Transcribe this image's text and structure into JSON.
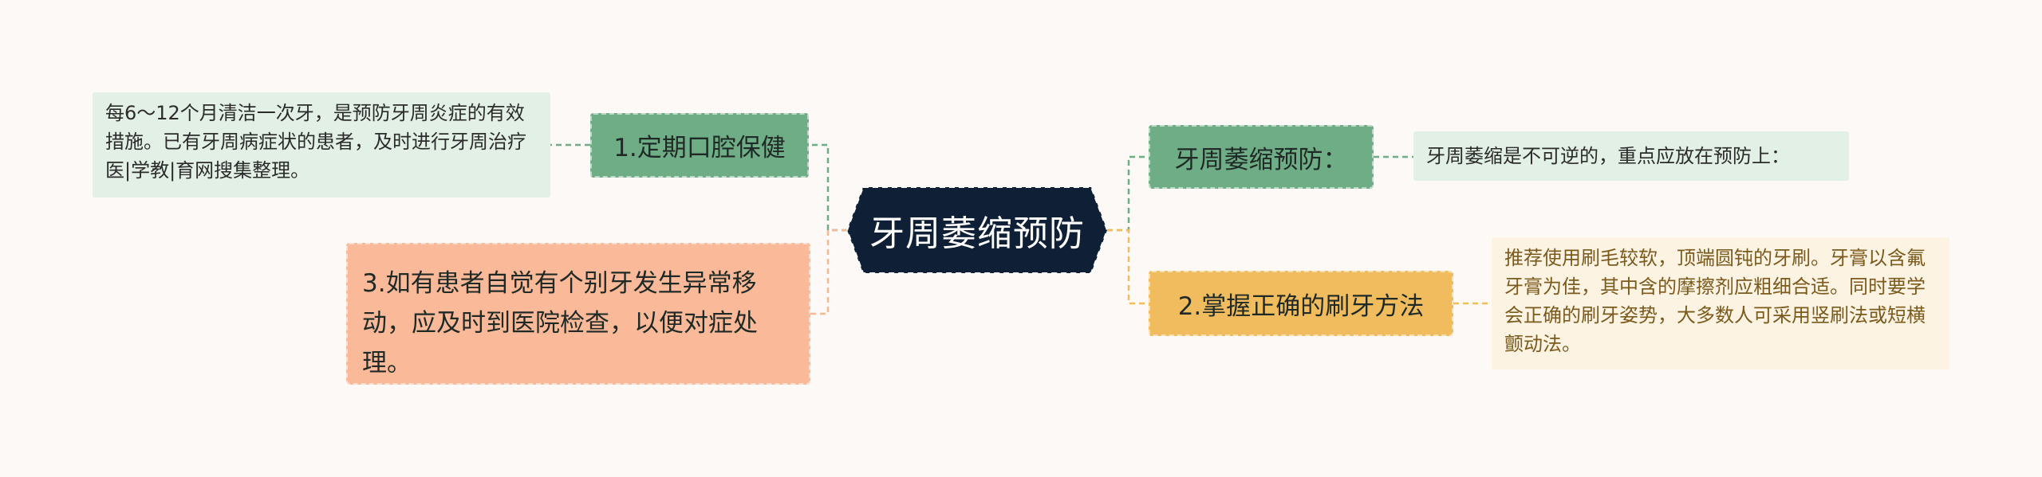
{
  "diagram": {
    "center": {
      "label": "牙周萎缩预防"
    },
    "branches": [
      {
        "id": "b1",
        "label": "1.定期口腔保健",
        "color": "#6fad86"
      },
      {
        "id": "b2",
        "label": "牙周萎缩预防：",
        "color": "#6fad86"
      },
      {
        "id": "b3",
        "label": "2.掌握正确的刷牙方法",
        "color": "#f0bc5e"
      },
      {
        "id": "b4",
        "label": "3.如有患者自觉有个别牙发生异常移动，应及时到医院检查，以便对症处理。",
        "color": "#fab998"
      }
    ],
    "leaves": [
      {
        "id": "l1",
        "text": "每6～12个月清洁一次牙，是预防牙周炎症的有效措施。已有牙周病症状的患者，及时进行牙周治疗医|学教|育网搜集整理。"
      },
      {
        "id": "l2",
        "text": "牙周萎缩是不可逆的，重点应放在预防上："
      },
      {
        "id": "l3",
        "text": "推荐使用刷毛较软，顶端圆钝的牙刷。牙膏以含氟牙膏为佳，其中含的摩擦剂应粗细合适。同时要学会正确的刷牙姿势，大多数人可采用竖刷法或短横颤动法。"
      }
    ],
    "colors": {
      "center_fill": "#0f1f35",
      "green_link": "#6fad86",
      "orange_link": "#f0bc5e",
      "peach_link": "#f6b890"
    }
  }
}
